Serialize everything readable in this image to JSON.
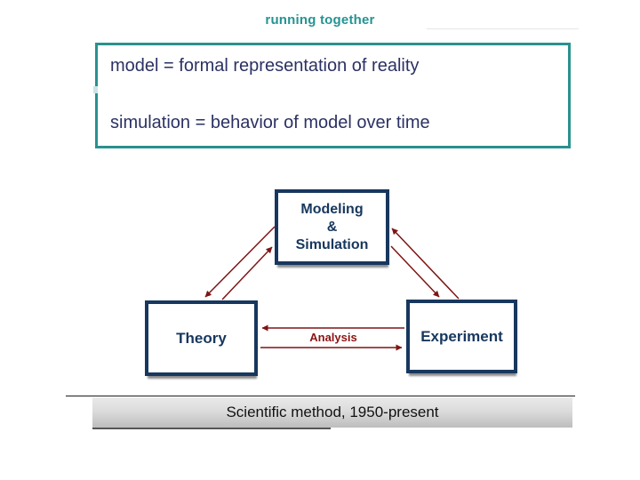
{
  "slide": {
    "title": "running together",
    "definition_box": {
      "line1": "model = formal representation of reality",
      "line2": "simulation = behavior of model over time"
    },
    "diagram": {
      "top_node": {
        "line1": "Modeling",
        "line2": "&",
        "line3": "Simulation"
      },
      "left_node": "Theory",
      "right_node": "Experiment",
      "center_label": "Analysis",
      "arrows": [
        "modeling-to-theory",
        "theory-to-modeling",
        "experiment-to-modeling",
        "modeling-to-experiment",
        "experiment-to-theory",
        "theory-to-experiment"
      ]
    },
    "footer": "Scientific method, 1950-present",
    "colors": {
      "teal_accent": "#2a918f",
      "navy_box": "#17375e",
      "definition_text": "#2b3163",
      "arrow_red": "#7e1414",
      "footer_text": "#111111"
    }
  }
}
